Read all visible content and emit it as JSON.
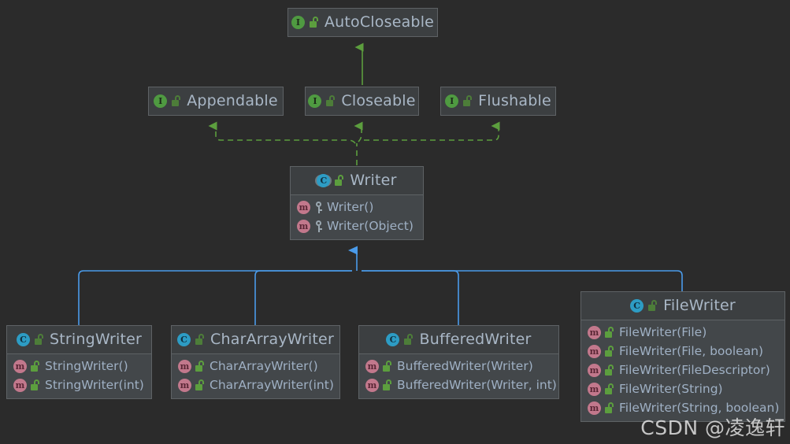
{
  "diagram": {
    "title": "Java Writer class hierarchy",
    "background_color": "#2b2b2b",
    "implements_color": "#5c9e3e",
    "extends_color": "#4a9bea",
    "nodes": [
      {
        "id": "autocloseable",
        "name": "AutoCloseable",
        "kind": "interface",
        "kind_icon": "interface-icon",
        "visibility": "public",
        "visibility_icon": "unlock-icon",
        "members": []
      },
      {
        "id": "appendable",
        "name": "Appendable",
        "kind": "interface",
        "kind_icon": "interface-icon",
        "visibility": "public",
        "visibility_icon": "unlock-icon",
        "members": []
      },
      {
        "id": "closeable",
        "name": "Closeable",
        "kind": "interface",
        "kind_icon": "interface-icon",
        "visibility": "public",
        "visibility_icon": "unlock-icon",
        "members": []
      },
      {
        "id": "flushable",
        "name": "Flushable",
        "kind": "interface",
        "kind_icon": "interface-icon",
        "visibility": "public",
        "visibility_icon": "unlock-icon",
        "members": []
      },
      {
        "id": "writer",
        "name": "Writer",
        "kind": "abstract-class",
        "kind_icon": "abstract-class-icon",
        "visibility": "public",
        "visibility_icon": "unlock-icon",
        "members": [
          {
            "label": "Writer()",
            "member_icon": "method-icon",
            "visibility_icon": "key-icon"
          },
          {
            "label": "Writer(Object)",
            "member_icon": "method-icon",
            "visibility_icon": "key-icon"
          }
        ]
      },
      {
        "id": "stringwriter",
        "name": "StringWriter",
        "kind": "class",
        "kind_icon": "class-icon",
        "visibility": "public",
        "visibility_icon": "unlock-icon",
        "members": [
          {
            "label": "StringWriter()",
            "member_icon": "method-icon",
            "visibility_icon": "unlock-icon"
          },
          {
            "label": "StringWriter(int)",
            "member_icon": "method-icon",
            "visibility_icon": "unlock-icon"
          }
        ]
      },
      {
        "id": "chararraywriter",
        "name": "CharArrayWriter",
        "kind": "class",
        "kind_icon": "class-icon",
        "visibility": "public",
        "visibility_icon": "unlock-icon",
        "members": [
          {
            "label": "CharArrayWriter()",
            "member_icon": "method-icon",
            "visibility_icon": "unlock-icon"
          },
          {
            "label": "CharArrayWriter(int)",
            "member_icon": "method-icon",
            "visibility_icon": "unlock-icon"
          }
        ]
      },
      {
        "id": "bufferedwriter",
        "name": "BufferedWriter",
        "kind": "class",
        "kind_icon": "class-icon",
        "visibility": "public",
        "visibility_icon": "unlock-icon",
        "members": [
          {
            "label": "BufferedWriter(Writer)",
            "member_icon": "method-icon",
            "visibility_icon": "unlock-icon"
          },
          {
            "label": "BufferedWriter(Writer, int)",
            "member_icon": "method-icon",
            "visibility_icon": "unlock-icon"
          }
        ]
      },
      {
        "id": "filewriter",
        "name": "FileWriter",
        "kind": "class",
        "kind_icon": "class-icon",
        "visibility": "public",
        "visibility_icon": "unlock-icon",
        "members": [
          {
            "label": "FileWriter(File)",
            "member_icon": "method-icon",
            "visibility_icon": "unlock-icon"
          },
          {
            "label": "FileWriter(File, boolean)",
            "member_icon": "method-icon",
            "visibility_icon": "unlock-icon"
          },
          {
            "label": "FileWriter(FileDescriptor)",
            "member_icon": "method-icon",
            "visibility_icon": "unlock-icon"
          },
          {
            "label": "FileWriter(String)",
            "member_icon": "method-icon",
            "visibility_icon": "unlock-icon"
          },
          {
            "label": "FileWriter(String, boolean)",
            "member_icon": "method-icon",
            "visibility_icon": "unlock-icon"
          }
        ]
      }
    ],
    "edges": [
      {
        "from": "closeable",
        "to": "autocloseable",
        "type": "extends-interface"
      },
      {
        "from": "writer",
        "to": "appendable",
        "type": "implements"
      },
      {
        "from": "writer",
        "to": "closeable",
        "type": "implements"
      },
      {
        "from": "writer",
        "to": "flushable",
        "type": "implements"
      },
      {
        "from": "stringwriter",
        "to": "writer",
        "type": "extends"
      },
      {
        "from": "chararraywriter",
        "to": "writer",
        "type": "extends"
      },
      {
        "from": "bufferedwriter",
        "to": "writer",
        "type": "extends"
      },
      {
        "from": "filewriter",
        "to": "writer",
        "type": "extends"
      }
    ]
  },
  "watermark": {
    "text": "CSDN @凌逸轩"
  }
}
